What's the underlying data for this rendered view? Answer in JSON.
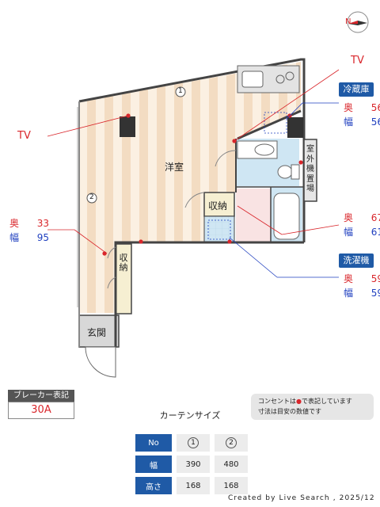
{
  "compass": {
    "label": "N"
  },
  "tv_labels": {
    "left": "TV",
    "top": "TV"
  },
  "rooms": {
    "western_room": "洋室",
    "closet_center": "収納",
    "closet_left": "収納",
    "entrance": "玄関",
    "outdoor_unit": "室外機置場",
    "window_1": "1",
    "window_2": "2"
  },
  "appliances": {
    "fridge": {
      "label": "冷蔵庫",
      "depth_key": "奥",
      "depth": "56",
      "width_key": "幅",
      "width": "56"
    },
    "washer": {
      "label": "洗濯機",
      "depth_key": "奥",
      "depth": "59",
      "width_key": "幅",
      "width": "59"
    },
    "washer_space": {
      "depth_key": "奥",
      "depth": "67",
      "width_key": "幅",
      "width": "61"
    },
    "left_space": {
      "depth_key": "奥",
      "depth": "33",
      "width_key": "幅",
      "width": "95"
    }
  },
  "breaker": {
    "header": "ブレーカー表記",
    "value": "30A"
  },
  "note": {
    "line1_pre": "コンセントは",
    "line1_mark": "●",
    "line1_post": "で表記しています",
    "line2": "寸法は目安の数値です"
  },
  "curtain": {
    "title": "カーテンサイズ",
    "header_no": "No",
    "cols": [
      "1",
      "2"
    ],
    "rows": [
      {
        "label": "幅",
        "values": [
          "390",
          "480"
        ]
      },
      {
        "label": "高さ",
        "values": [
          "168",
          "168"
        ]
      }
    ]
  },
  "credit": "Created by Live Search , 2025/12",
  "colors": {
    "accent": "#1f5aa6",
    "red": "#d9262b",
    "blue": "#1f3fbf",
    "floor_stripe": "#f3dcc2"
  }
}
